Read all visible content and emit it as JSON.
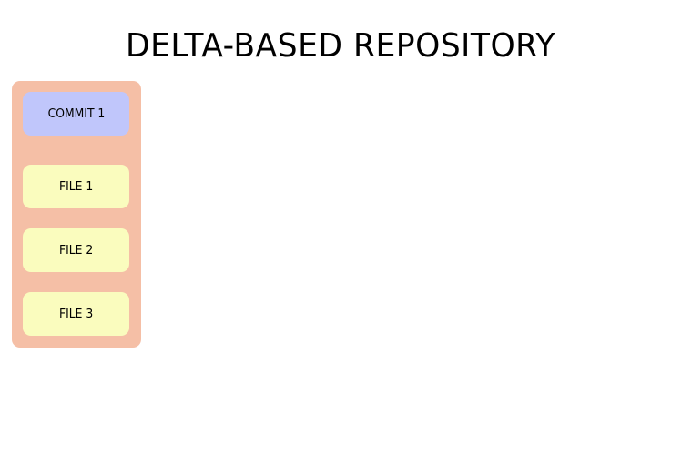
{
  "title": "DELTA-BASED REPOSITORY",
  "colors": {
    "panel": "#f5bfa6",
    "commit": "#c0c6fb",
    "file": "#fafcbe"
  },
  "repository": {
    "commit": {
      "label": "COMMIT 1"
    },
    "files": [
      {
        "label": "FILE 1"
      },
      {
        "label": "FILE 2"
      },
      {
        "label": "FILE 3"
      }
    ]
  }
}
